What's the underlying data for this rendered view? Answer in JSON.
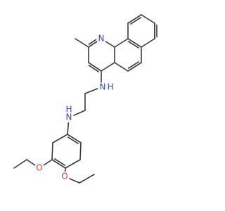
{
  "molecule": {
    "atom_labels": {
      "ring_n": "N",
      "amine_n_top": "N",
      "amine_h_top": "H",
      "amine_n_bottom": "N",
      "amine_h_bottom": "H",
      "oxy_a": "O",
      "oxy_b": "O"
    },
    "colors": {
      "bond": "#3a3a3a",
      "nitrogen": "#2f45d8",
      "oxygen": "#e43b2a",
      "background": "#ffffff"
    }
  }
}
